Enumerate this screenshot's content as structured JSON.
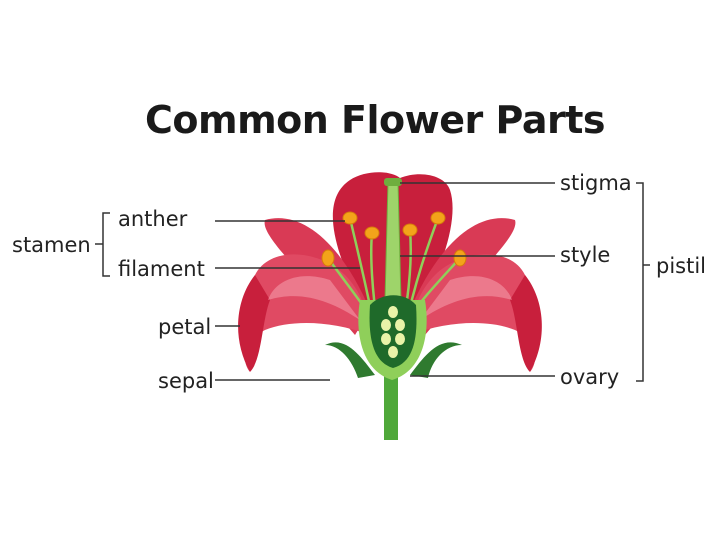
{
  "title": "Common Flower Parts",
  "labels": {
    "stamen": "stamen",
    "anther": "anther",
    "filament": "filament",
    "petal": "petal",
    "sepal": "sepal",
    "stigma": "stigma",
    "style": "style",
    "ovary": "ovary",
    "pistil": "pistil"
  },
  "colors": {
    "petal_dark": "#c81f3c",
    "petal_mid": "#e04a63",
    "petal_light": "#f39aa8",
    "sepal": "#2f7a2f",
    "stem": "#4fa83a",
    "style": "#9ed46a",
    "ovary": "#1f6a2a",
    "anther": "#f3a31a",
    "leader": "#333333"
  }
}
